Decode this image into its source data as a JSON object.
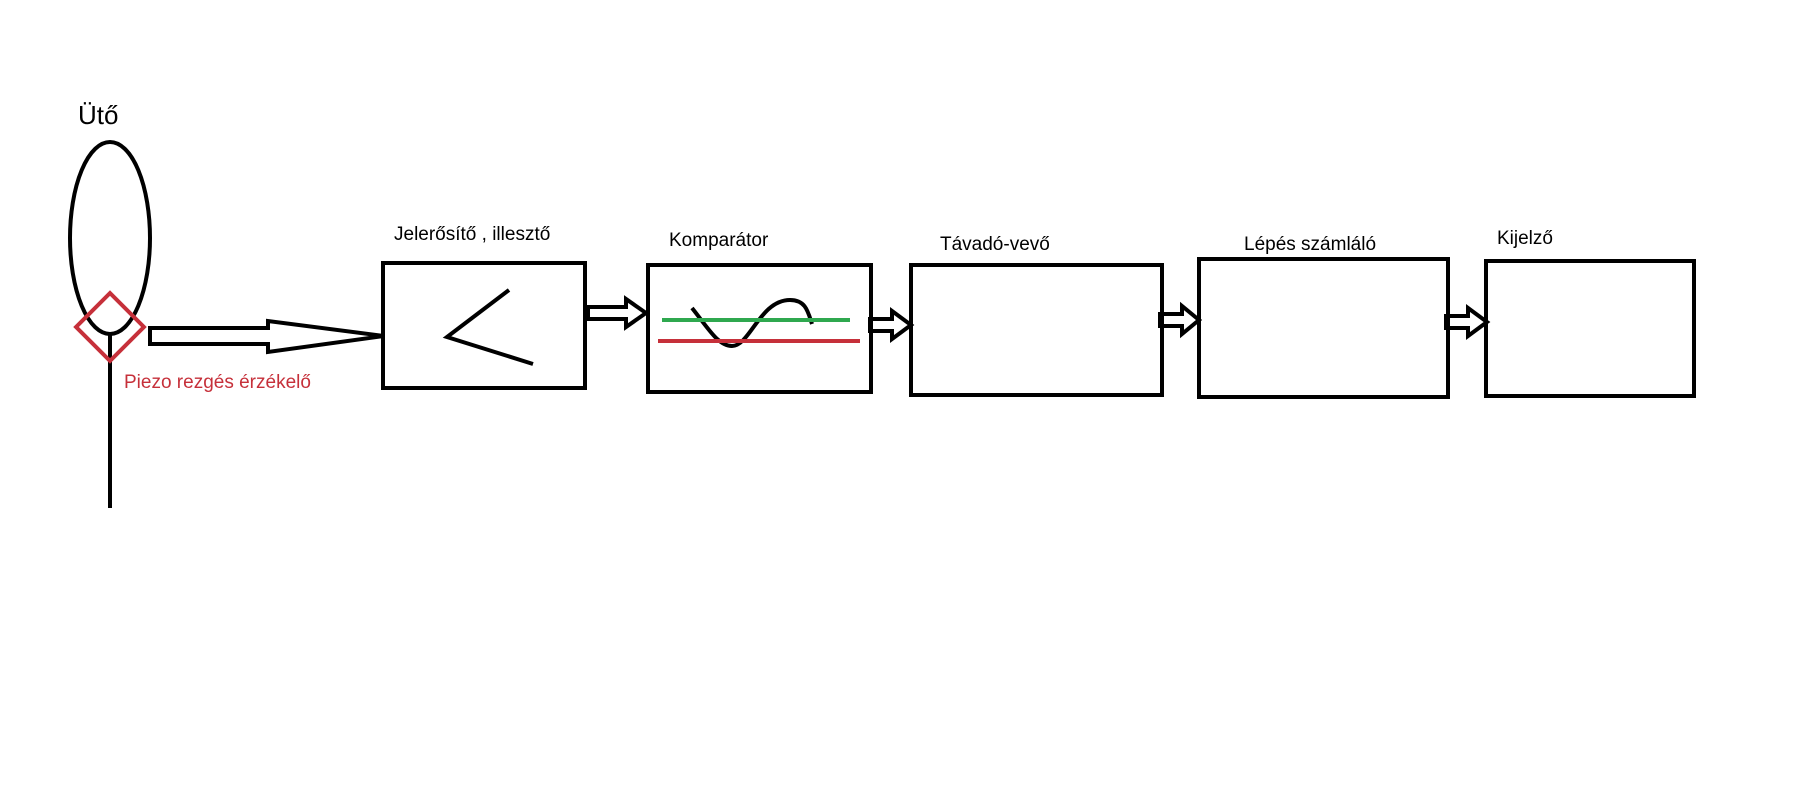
{
  "racket": {
    "label": "Ütő"
  },
  "sensor": {
    "label": "Piezo rezgés érzékelő"
  },
  "blocks": {
    "amplifier": {
      "label": "Jelerősítő , illesztő"
    },
    "comparator": {
      "label": "Komparátor"
    },
    "transceiver": {
      "label": "Távadó-vevő"
    },
    "counter": {
      "label": "Lépés számláló"
    },
    "display": {
      "label": "Kijelző"
    }
  },
  "colors": {
    "ink": "#000000",
    "sensor": "#c6303a",
    "threshold_high": "#2fa84f",
    "threshold_low": "#c6303a"
  }
}
